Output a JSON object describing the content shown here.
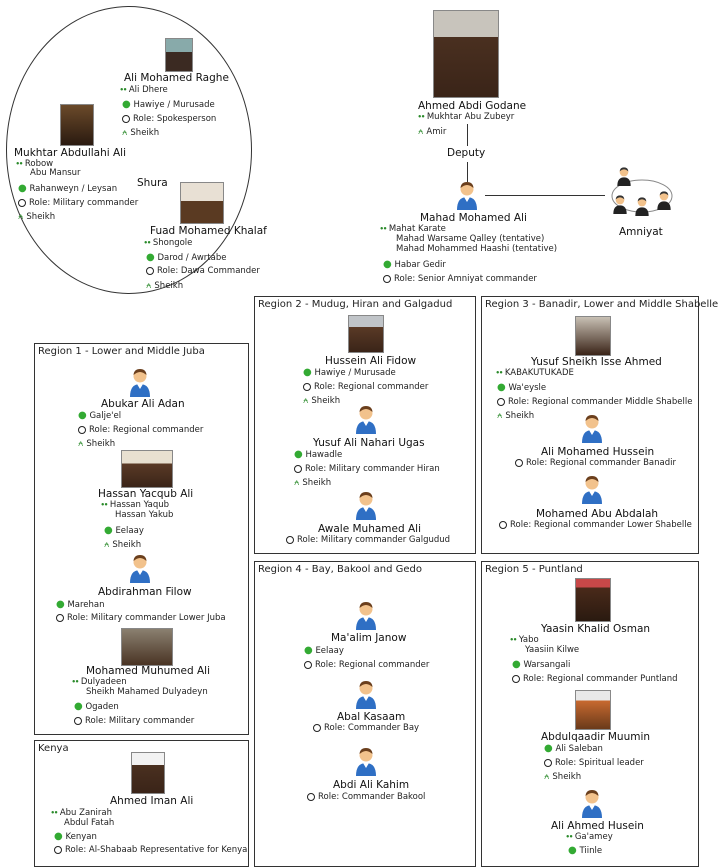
{
  "shura": {
    "label": "Shura",
    "raghe": {
      "name": "Ali Mohamed Raghe",
      "aka": "Ali Dhere",
      "clan": "Hawiye / Murusade",
      "role": "Role: Spokesperson",
      "title": "Sheikh"
    },
    "mukhtar": {
      "name": "Mukhtar Abdullahi Ali",
      "aka1": "Robow",
      "aka2": "Abu Mansur",
      "clan": "Rahanweyn / Leysan",
      "role": "Role: Military commander",
      "title": "Sheikh"
    },
    "fuad": {
      "name": "Fuad Mohamed Khalaf",
      "aka": "Shongole",
      "clan": "Darod / Awrtabe",
      "role": "Role: Dawa Commander",
      "title": "Sheikh"
    }
  },
  "leader": {
    "name": "Ahmed Abdi Godane",
    "aka": "Mukhtar Abu Zubeyr",
    "title": "Amir"
  },
  "deputy_label": "Deputy",
  "mahad": {
    "name": "Mahad Mohamed Ali",
    "aka1": "Mahat Karate",
    "aka2": "Mahad Warsame Qalley (tentative)",
    "aka3": "Mahad Mohammed Haashi (tentative)",
    "clan": "Habar Gedir",
    "role": "Role: Senior Amniyat commander"
  },
  "amniyat_label": "Amniyat",
  "region1": {
    "title": "Region 1 - Lower and Middle Juba",
    "p1": {
      "name": "Abukar Ali Adan",
      "clan": "Galje'el",
      "role": "Role: Regional commander",
      "title": "Sheikh"
    },
    "p2": {
      "name": "Hassan Yacqub Ali",
      "aka1": "Hassan Yaqub",
      "aka2": "Hassan Yakub",
      "clan": "Eelaay",
      "title": "Sheikh"
    },
    "p3": {
      "name": "Abdirahman Filow",
      "clan": "Marehan",
      "role": "Role: Military commander Lower Juba"
    },
    "p4": {
      "name": "Mohamed Muhumed Ali",
      "aka1": "Dulyadeen",
      "aka2": "Sheikh Mahamed Dulyadeyn",
      "clan": "Ogaden",
      "role": "Role: Military commander"
    }
  },
  "region2": {
    "title": "Region 2 - Mudug, Hiran and Galgadud",
    "p1": {
      "name": "Hussein Ali Fidow",
      "clan": "Hawiye / Murusade",
      "role": "Role: Regional commander",
      "title": "Sheikh"
    },
    "p2": {
      "name": "Yusuf Ali Nahari Ugas",
      "clan": "Hawadle",
      "role": "Role: Military commander Hiran",
      "title": "Sheikh"
    },
    "p3": {
      "name": "Awale Muhamed Ali",
      "role": "Role: Military commander Galgudud"
    }
  },
  "region3": {
    "title": "Region 3 - Banadir, Lower and Middle Shabelle",
    "p1": {
      "name": "Yusuf Sheikh Isse Ahmed",
      "aka": "KABAKUTUKADE",
      "clan": "Wa'eysle",
      "role": "Role: Regional commander Middle Shabelle",
      "title": "Sheikh"
    },
    "p2": {
      "name": "Ali Mohamed Hussein",
      "role": "Role: Regional commander Banadir"
    },
    "p3": {
      "name": "Mohamed Abu Abdalah",
      "role": "Role: Regional commander Lower Shabelle"
    }
  },
  "region4": {
    "title": "Region 4 - Bay, Bakool and Gedo",
    "p1": {
      "name": "Ma'alim Janow",
      "clan": "Eelaay",
      "role": "Role: Regional commander"
    },
    "p2": {
      "name": "Abal Kasaam",
      "role": "Role: Commander Bay"
    },
    "p3": {
      "name": "Abdi Ali Kahim",
      "role": "Role: Commander Bakool"
    }
  },
  "region5": {
    "title": "Region 5 - Puntland",
    "p1": {
      "name": "Yaasin Khalid Osman",
      "aka1": "Yabo",
      "aka2": "Yaasiin Kilwe",
      "clan": "Warsangali",
      "role": "Role: Regional commander Puntland"
    },
    "p2": {
      "name": "Abdulqaadir Muumin",
      "clan": "Ali Saleban",
      "role": "Role: Spiritual leader",
      "title": "Sheikh"
    },
    "p3": {
      "name": "Ali Ahmed Husein",
      "aka": "Ga'amey",
      "clan": "Tiinle"
    }
  },
  "kenya": {
    "title": "Kenya",
    "p1": {
      "name": "Ahmed Iman Ali",
      "aka1": "Abu Zanirah",
      "aka2": "Abdul Fatah",
      "clan": "Kenyan",
      "role": "Role: Al-Shabaab Representative for Kenya"
    }
  },
  "colors": {
    "bullet": "#33aa33",
    "icon_blue": "#2f6fc4",
    "icon_skin": "#f2c28c",
    "border": "#333333"
  }
}
